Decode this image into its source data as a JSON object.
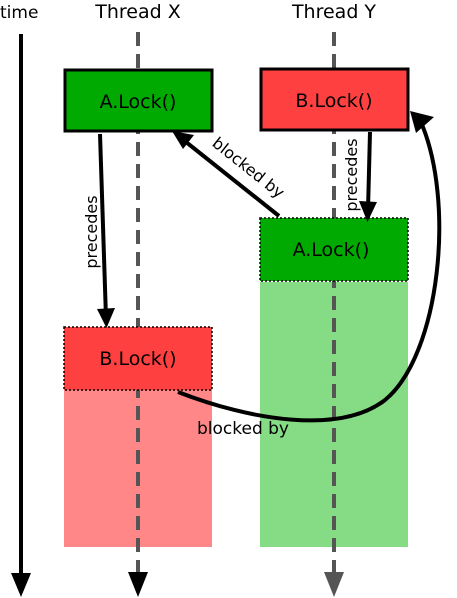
{
  "header": {
    "time_label": "time",
    "thread_x_label": "Thread X",
    "thread_y_label": "Thread Y"
  },
  "thread_x": {
    "box_top_label": "A.Lock()",
    "box_bottom_label": "B.Lock()",
    "precedes_label": "precedes"
  },
  "thread_y": {
    "box_top_label": "B.Lock()",
    "box_bottom_label": "A.Lock()",
    "precedes_label": "precedes"
  },
  "edges": {
    "blocked_by_upper": "blocked by",
    "blocked_by_lower": "blocked by"
  },
  "colors": {
    "green": "#00aa00",
    "red": "#ff4040",
    "light_green": "#85dc85",
    "light_red": "#ff8787",
    "dash_line": "#555555"
  }
}
